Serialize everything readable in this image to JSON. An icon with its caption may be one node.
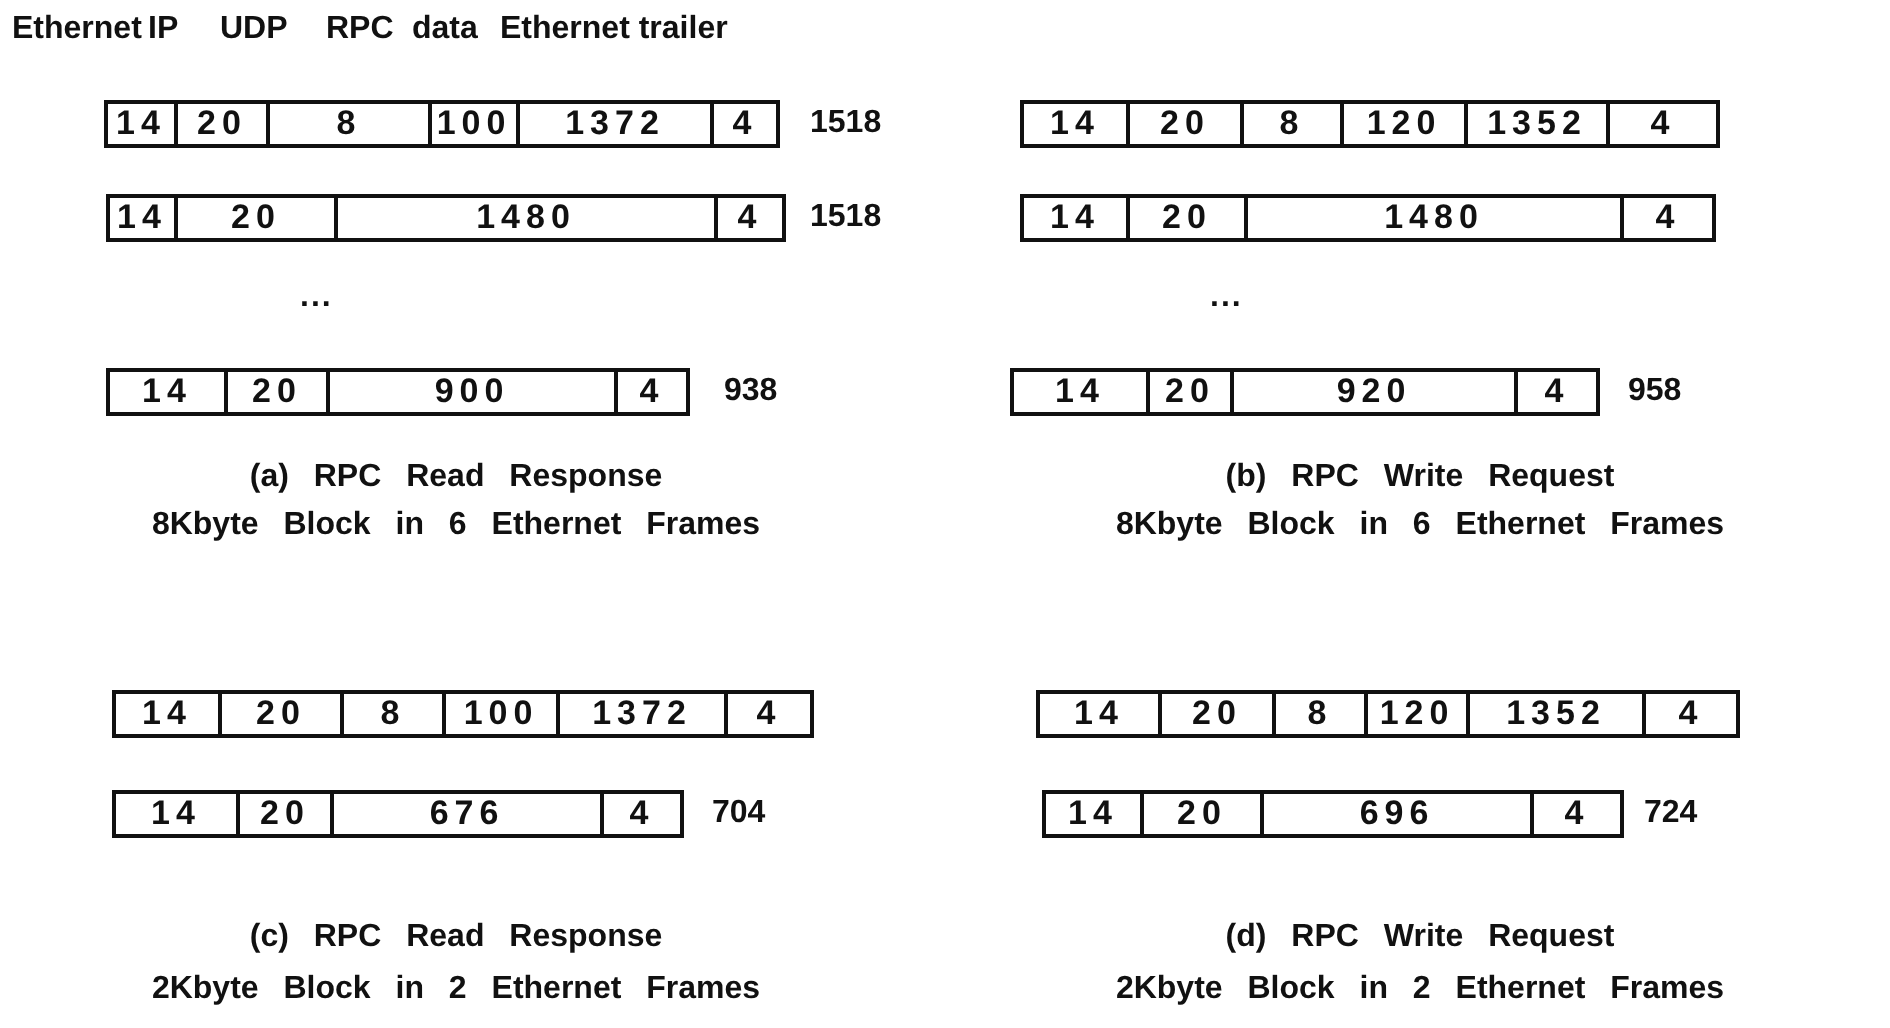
{
  "diagram": {
    "nodes": [
      {
        "text": [
          "14"
        ]
      },
      {
        "text": [
          "20"
        ]
      },
      {
        "text": [
          "8"
        ]
      },
      {
        "text": [
          "100"
        ]
      },
      {
        "text": [
          "1372"
        ]
      },
      {
        "text": [
          "4"
        ]
      },
      {
        "text": [
          "14"
        ]
      },
      {
        "text": [
          "20"
        ]
      },
      {
        "text": [
          "8"
        ]
      },
      {
        "text": [
          "120"
        ]
      },
      {
        "text": [
          "1352"
        ]
      },
      {
        "text": [
          "4"
        ]
      },
      {
        "text": [
          "14"
        ]
      },
      {
        "text": [
          "20"
        ]
      },
      {
        "text": [
          "1480"
        ]
      },
      {
        "text": [
          "4"
        ]
      },
      {
        "text": [
          "14"
        ]
      },
      {
        "text": [
          "20"
        ]
      },
      {
        "text": [
          "1480"
        ]
      },
      {
        "text": [
          "4"
        ]
      },
      {
        "text": [
          "14"
        ]
      },
      {
        "text": [
          "20"
        ]
      },
      {
        "text": [
          "900"
        ]
      },
      {
        "text": [
          "4"
        ]
      },
      {
        "text": [
          "14"
        ]
      },
      {
        "text": [
          "20"
        ]
      },
      {
        "text": [
          "920"
        ]
      },
      {
        "text": [
          "4"
        ]
      },
      {
        "text": [
          "14"
        ]
      },
      {
        "text": [
          "20"
        ]
      },
      {
        "text": [
          "8"
        ]
      },
      {
        "text": [
          "100"
        ]
      },
      {
        "text": [
          "1372"
        ]
      },
      {
        "text": [
          "4"
        ]
      },
      {
        "text": [
          "14"
        ]
      },
      {
        "text": [
          "20"
        ]
      },
      {
        "text": [
          "8"
        ]
      },
      {
        "text": [
          "120"
        ]
      },
      {
        "text": [
          "1352"
        ]
      },
      {
        "text": [
          "4"
        ]
      },
      {
        "text": [
          "14"
        ]
      },
      {
        "text": [
          "20"
        ]
      },
      {
        "text": [
          "676"
        ]
      },
      {
        "text": [
          "4"
        ]
      },
      {
        "text": [
          "14"
        ]
      },
      {
        "text": [
          "20"
        ]
      },
      {
        "text": [
          "696"
        ]
      },
      {
        "text": [
          "4"
        ]
      }
    ],
    "labels": [
      "Ethernet",
      "IP",
      "UDP",
      "RPC",
      "data",
      "Ethernet trailer",
      "1518",
      "1518",
      "...",
      "...",
      "938",
      "958",
      "(a) RPC Read Response",
      "(b) RPC Write Request",
      "8Kbyte Block in 6 Ethernet Frames",
      "8Kbyte Block in 6 Ethernet Frames",
      "704",
      "724",
      "(c) RPC Read Response",
      "(d) RPC Write Request",
      "2Kbyte Block in 2 Ethernet Frames",
      "2Kbyte Block in 2 Ethernet Frames"
    ]
  }
}
